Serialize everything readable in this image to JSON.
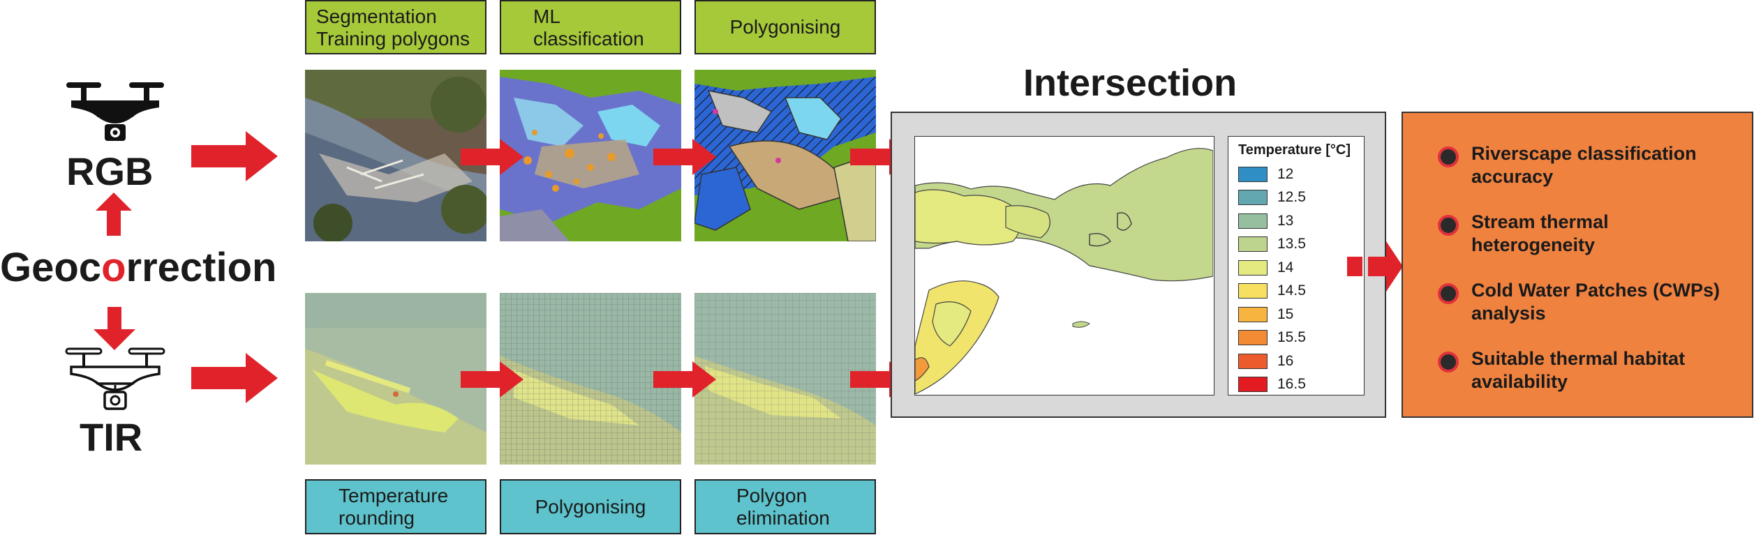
{
  "left": {
    "rgb_label": "RGB",
    "tir_label": "TIR",
    "geocorrection": {
      "pre": "Geoc",
      "highlight": "o",
      "post": "rrection",
      "highlight_color": "#e0222a"
    }
  },
  "rgb_steps": [
    {
      "line1": "Segmentation",
      "line2": "Training polygons"
    },
    {
      "line1": "ML",
      "line2": "classification"
    },
    {
      "line1": "Polygonising",
      "line2": ""
    }
  ],
  "tir_steps": [
    {
      "line1": "Temperature",
      "line2": "rounding"
    },
    {
      "line1": "Polygonising",
      "line2": ""
    },
    {
      "line1": "Polygon",
      "line2": "elimination"
    }
  ],
  "intersection": {
    "title": "Intersection",
    "legend_title": "Temperature [°C]",
    "legend": [
      {
        "label": "12",
        "color": "#2f8fc4"
      },
      {
        "label": "12.5",
        "color": "#63a7b1"
      },
      {
        "label": "13",
        "color": "#96bfa0"
      },
      {
        "label": "13.5",
        "color": "#bcd48c"
      },
      {
        "label": "14",
        "color": "#e4ea80"
      },
      {
        "label": "14.5",
        "color": "#f7e060"
      },
      {
        "label": "15",
        "color": "#f7b43e"
      },
      {
        "label": "15.5",
        "color": "#f38a34"
      },
      {
        "label": "16",
        "color": "#ec5b2c"
      },
      {
        "label": "16.5",
        "color": "#e41c22"
      }
    ]
  },
  "outputs": [
    {
      "line1": "Riverscape classification",
      "line2": "accuracy"
    },
    {
      "line1": "Stream thermal",
      "line2": "heterogeneity"
    },
    {
      "line1": "Cold Water Patches (CWPs)",
      "line2": "analysis"
    },
    {
      "line1": "Suitable thermal habitat",
      "line2": "availability"
    }
  ],
  "colors": {
    "arrow": "#e0222a",
    "step_green": "#a6c93a",
    "step_cyan": "#5ec3cc",
    "output_bg": "#f08240",
    "intersection_bg": "#d9d9d9"
  }
}
